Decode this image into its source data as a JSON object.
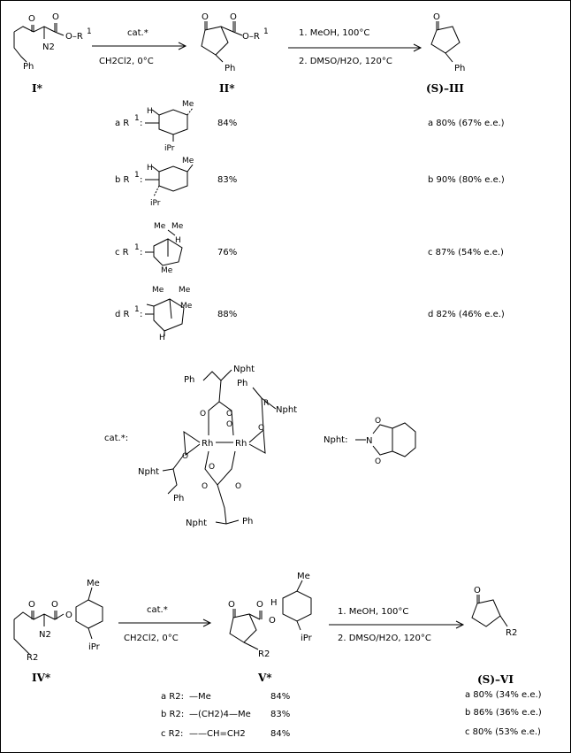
{
  "scheme1": {
    "sm_label": "I*",
    "sm_atoms": {
      "o1": "O",
      "o2": "O",
      "n2": "N2",
      "o_r1": "O–R",
      "r1_sup": "1",
      "ph": "Ph"
    },
    "arrow1_top": "cat.*",
    "arrow1_bottom": "CH2Cl2,    0°C",
    "int_label": "II*",
    "int_atoms": {
      "o1": "O",
      "o2": "O",
      "o_r1": "O–R",
      "r1_sup": "1",
      "ph": "Ph"
    },
    "arrow2_line1": "1. MeOH,    100°C",
    "arrow2_line2": "2. DMSO/H2O,   120°C",
    "prod_label": "(S)–III",
    "prod_atoms": {
      "o": "O",
      "ph": "Ph"
    },
    "rows": [
      {
        "tag": "a R",
        "sup": "1",
        "y1": "84%",
        "y2": "a 80% (67% e.e.)",
        "sub": [
          "H",
          "Me",
          "iPr"
        ]
      },
      {
        "tag": "b R",
        "sup": "1",
        "y1": "83%",
        "y2": "b 90% (80% e.e.)",
        "sub": [
          "H",
          "Me",
          "iPr"
        ]
      },
      {
        "tag": "c R",
        "sup": "1",
        "y1": "76%",
        "y2": "c 87% (54% e.e.)",
        "sub": [
          "Me",
          "Me",
          "H",
          "Me"
        ]
      },
      {
        "tag": "d R",
        "sup": "1",
        "y1": "88%",
        "y2": "d 82% (46% e.e.)",
        "sub": [
          "Me",
          "Me",
          "Me",
          "H"
        ]
      }
    ]
  },
  "catalyst": {
    "label": "cat.*:",
    "rh": "Rh",
    "npht": "Npht",
    "ph": "Ph",
    "r_mark": "R",
    "o": "O",
    "legend_label": "Npht:",
    "legend_n": "N",
    "legend_o": "O"
  },
  "scheme2": {
    "sm_label": "IV*",
    "sm_atoms": {
      "o1": "O",
      "o2": "O",
      "o3": "O",
      "n2": "N2",
      "r2": "R2",
      "me": "Me",
      "ipr": "iPr"
    },
    "arrow1_top": "cat.*",
    "arrow1_bottom": "CH2Cl2,    0°C",
    "int_label": "V*",
    "int_atoms": {
      "o1": "O",
      "o2": "O",
      "o3": "O",
      "h": "H",
      "r2": "R2",
      "me": "Me",
      "ipr": "iPr"
    },
    "arrow2_line1": "1. MeOH,    100°C",
    "arrow2_line2": "2. DMSO/H2O,   120°C",
    "prod_label": "(S)–VI",
    "prod_atoms": {
      "o": "O",
      "r2": "R2"
    },
    "rows": [
      {
        "tag": "a R2:",
        "sub": "—Me",
        "y1": "84%",
        "y2": "a 80% (34% e.e.)"
      },
      {
        "tag": "b R2:",
        "sub": "—(CH2)4—Me",
        "y1": "83%",
        "y2": "b 86% (36% e.e.)"
      },
      {
        "tag": "c R2:",
        "sub": "——CH=CH2",
        "y1": "84%",
        "y2": "c 80% (53% e.e.)"
      }
    ]
  }
}
